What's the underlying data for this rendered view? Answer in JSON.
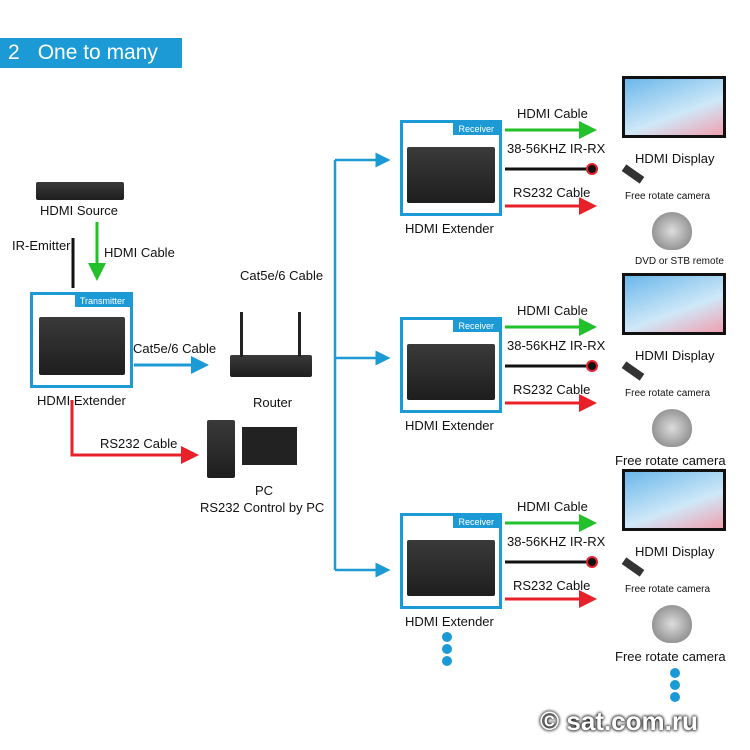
{
  "title": {
    "number": "2",
    "text": "One to many"
  },
  "source": {
    "label": "HDMI Source",
    "ir_emitter": "IR-Emitter",
    "hdmi_cable": "HDMI Cable"
  },
  "transmitter": {
    "tag": "Transmitter",
    "label": "HDMI Extender",
    "cat_cable": "Cat5e/6 Cable",
    "rs232": "RS232 Cable"
  },
  "router": {
    "label": "Router",
    "cable": "Cat5e/6 Cable"
  },
  "pc": {
    "label": "PC",
    "sub": "RS232 Control by PC"
  },
  "receivers": [
    {
      "tag": "Receiver",
      "label": "HDMI Extender",
      "hdmi": "HDMI Cable",
      "ir": "38-56KHZ IR-RX",
      "rs232": "RS232 Cable",
      "display": "HDMI Display",
      "remote": "Free rotate camera",
      "camera": "DVD or STB remote"
    },
    {
      "tag": "Receiver",
      "label": "HDMI Extender",
      "hdmi": "HDMI Cable",
      "ir": "38-56KHZ IR-RX",
      "rs232": "RS232 Cable",
      "display": "HDMI Display",
      "remote": "Free rotate camera",
      "camera": "Free rotate camera"
    },
    {
      "tag": "Receiver",
      "label": "HDMI Extender",
      "hdmi": "HDMI Cable",
      "ir": "38-56KHZ IR-RX",
      "rs232": "RS232 Cable",
      "display": "HDMI Display",
      "remote": "Free rotate camera",
      "camera": "Free rotate camera"
    }
  ],
  "watermark": "© sat.com.ru",
  "colors": {
    "blue": "#1b9ad6",
    "green": "#22c02a",
    "red": "#e8202a"
  }
}
